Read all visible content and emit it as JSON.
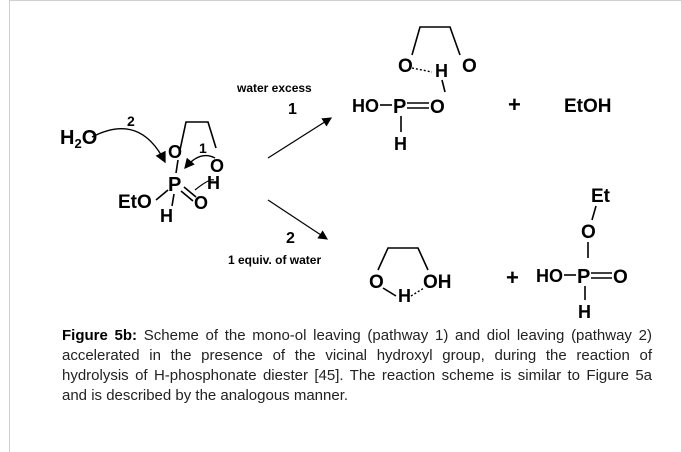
{
  "figure": {
    "labels": {
      "water_excess": "water excess",
      "path1_number": "1",
      "path2_number": "2",
      "one_equiv": "1 equiv. of water",
      "attack_number": "2",
      "ring_arrow_number": "1",
      "plus1": "+",
      "plus2": "+"
    },
    "reactant": {
      "water": "H2O",
      "O_ring_top": "O",
      "O_ring_right": "O",
      "H_ring": "H",
      "P": "P",
      "EtO": "EtO",
      "H_on_P": "H",
      "O_double": "O"
    },
    "product1": {
      "O_left": "O",
      "H_mid": "H",
      "O_right": "O",
      "HO": "HO",
      "P": "P",
      "O_double": "O",
      "H_bottom": "H",
      "etoh": "EtOH"
    },
    "product2": {
      "O_left": "O",
      "H_mid": "H",
      "OH": "OH",
      "Et": "Et",
      "O_top": "O",
      "HO": "HO",
      "P": "P",
      "O_double": "O",
      "H_bottom": "H"
    }
  },
  "caption": {
    "label": "Figure 5b:",
    "text": " Scheme of the mono-ol leaving (pathway 1) and diol leaving (pathway 2) accelerated in the presence of the vicinal hydroxyl group, during the reaction of hydrolysis of H-phosphonate diester [45]. The reaction scheme is similar to Figure 5a and is described by the analogous manner."
  }
}
